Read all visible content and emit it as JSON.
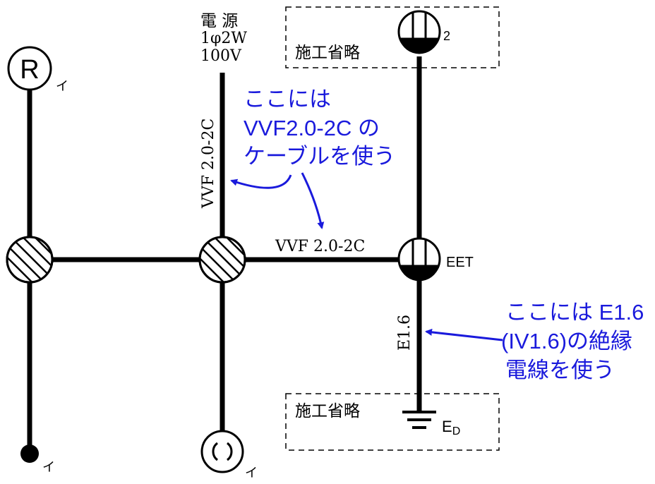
{
  "power_source": {
    "title": "電 源",
    "phase_wire": "1φ2W",
    "voltage": "100V"
  },
  "cable_labels": {
    "vertical_main": "VVF 2.0-2C",
    "horizontal_to_outlet": "VVF 2.0-2C",
    "ground_wire": "E1.6"
  },
  "omitted_work_label": {
    "top": "施工省略",
    "bottom": "施工省略"
  },
  "fixtures": {
    "receptacle_r": {
      "symbol": "R",
      "switch_letter": "イ"
    },
    "pendant": {
      "switch_letter": "イ"
    },
    "ceiling_light": {
      "switch_letter": "イ"
    },
    "outlet_top": {
      "count": "2"
    },
    "outlet_eet": {
      "label": "EET"
    },
    "ground": {
      "label_main": "E",
      "label_sub": "D"
    }
  },
  "annotations": {
    "vvf": {
      "line1": "ここには",
      "line2": "VVF2.0-2C の",
      "line3": "ケーブルを使う"
    },
    "e16": {
      "line1": "ここには E1.6",
      "line2": "(IV1.6)の絶縁",
      "line3": "電線を使う"
    }
  },
  "colors": {
    "wiring": "#000000",
    "annotation": "#1a1adc",
    "dashed_box": "#000000"
  }
}
